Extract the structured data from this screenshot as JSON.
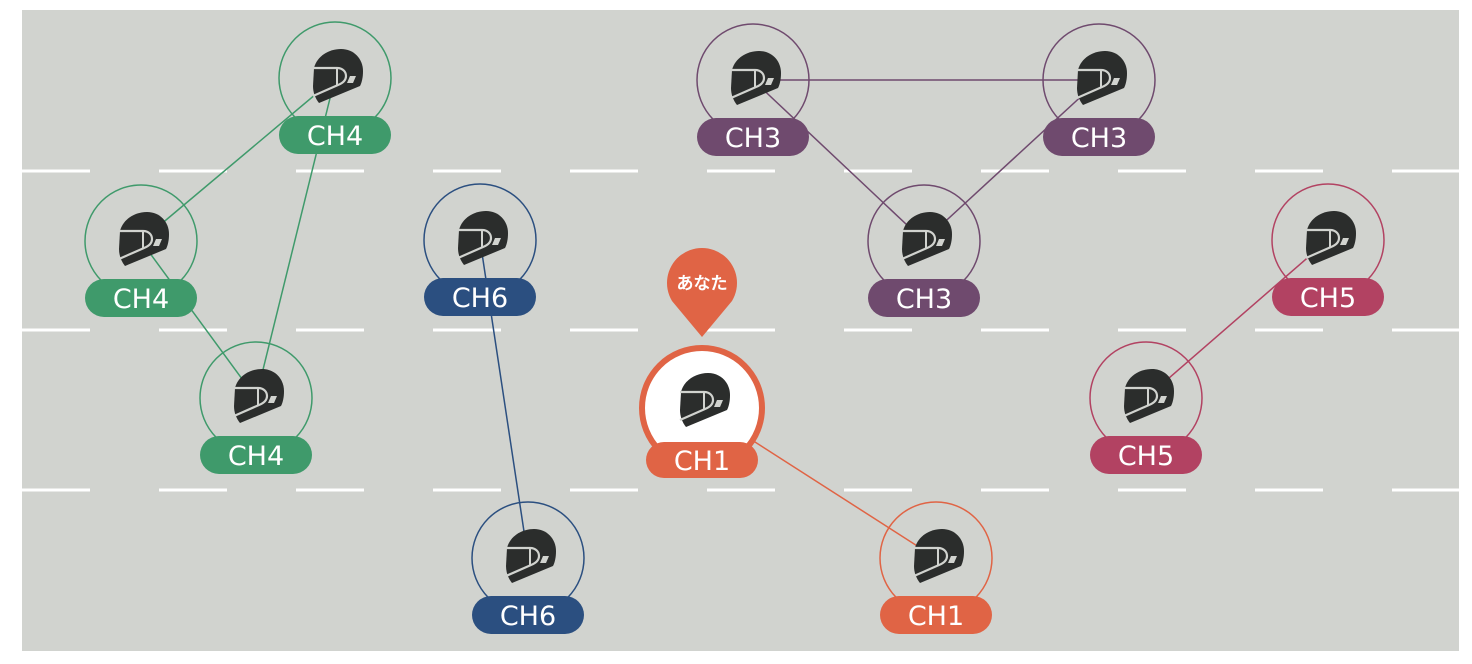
{
  "diagram": {
    "title": "Intercom channel groups",
    "colors": {
      "road": "#d1d3cf",
      "lane_marking": "#ffffff",
      "helmet": "#2b2d2c",
      "helmet_detail": "#d1d3cf",
      "you_fill": "#ffffff"
    },
    "you_marker": {
      "label": "あなた",
      "color": "#e06445"
    },
    "channels": {
      "CH1": "#e06445",
      "CH3": "#6f4a6e",
      "CH4": "#3f9a6b",
      "CH5": "#b24262",
      "CH6": "#2b4f80"
    },
    "riders": [
      {
        "id": "ch4-a",
        "channel": "CH4",
        "label": "CH4",
        "is_you": false
      },
      {
        "id": "ch4-b",
        "channel": "CH4",
        "label": "CH4",
        "is_you": false
      },
      {
        "id": "ch4-c",
        "channel": "CH4",
        "label": "CH4",
        "is_you": false
      },
      {
        "id": "ch6-a",
        "channel": "CH6",
        "label": "CH6",
        "is_you": false
      },
      {
        "id": "ch6-b",
        "channel": "CH6",
        "label": "CH6",
        "is_you": false
      },
      {
        "id": "ch3-a",
        "channel": "CH3",
        "label": "CH3",
        "is_you": false
      },
      {
        "id": "ch3-b",
        "channel": "CH3",
        "label": "CH3",
        "is_you": false
      },
      {
        "id": "ch3-c",
        "channel": "CH3",
        "label": "CH3",
        "is_you": false
      },
      {
        "id": "ch5-a",
        "channel": "CH5",
        "label": "CH5",
        "is_you": false
      },
      {
        "id": "ch5-b",
        "channel": "CH5",
        "label": "CH5",
        "is_you": false
      },
      {
        "id": "ch1-you",
        "channel": "CH1",
        "label": "CH1",
        "is_you": true
      },
      {
        "id": "ch1-b",
        "channel": "CH1",
        "label": "CH1",
        "is_you": false
      }
    ],
    "links": [
      [
        "ch4-a",
        "ch4-b"
      ],
      [
        "ch4-a",
        "ch4-c"
      ],
      [
        "ch4-b",
        "ch4-c"
      ],
      [
        "ch6-a",
        "ch6-b"
      ],
      [
        "ch3-a",
        "ch3-b"
      ],
      [
        "ch3-a",
        "ch3-c"
      ],
      [
        "ch3-b",
        "ch3-c"
      ],
      [
        "ch5-a",
        "ch5-b"
      ],
      [
        "ch1-you",
        "ch1-b"
      ]
    ]
  }
}
